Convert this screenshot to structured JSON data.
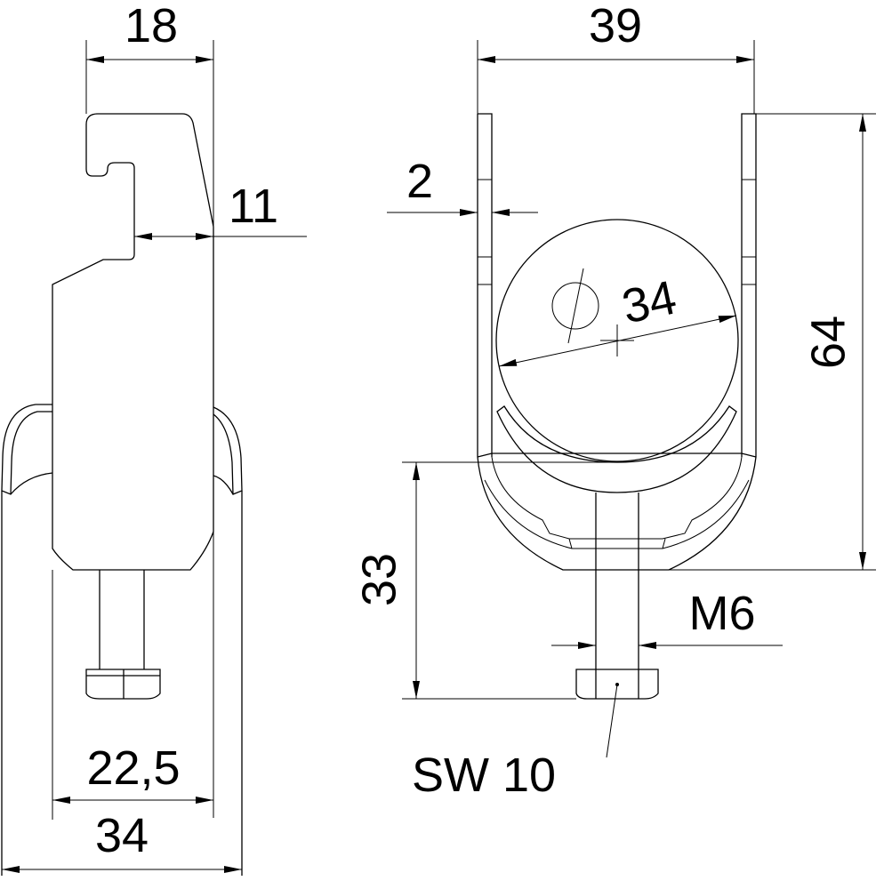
{
  "drawing": {
    "side_view": {
      "dim_width_top": "18",
      "dim_hook_depth": "11",
      "dim_body_width": "22,5",
      "dim_overall_width": "34"
    },
    "front_view": {
      "dim_width": "39",
      "dim_wall_thickness": "2",
      "dim_diameter": "34",
      "dim_height": "64",
      "dim_bolt_length": "33",
      "dim_thread": "M6",
      "dim_nut": "SW 10"
    },
    "line_color": "#000000",
    "background_color": "#ffffff"
  }
}
